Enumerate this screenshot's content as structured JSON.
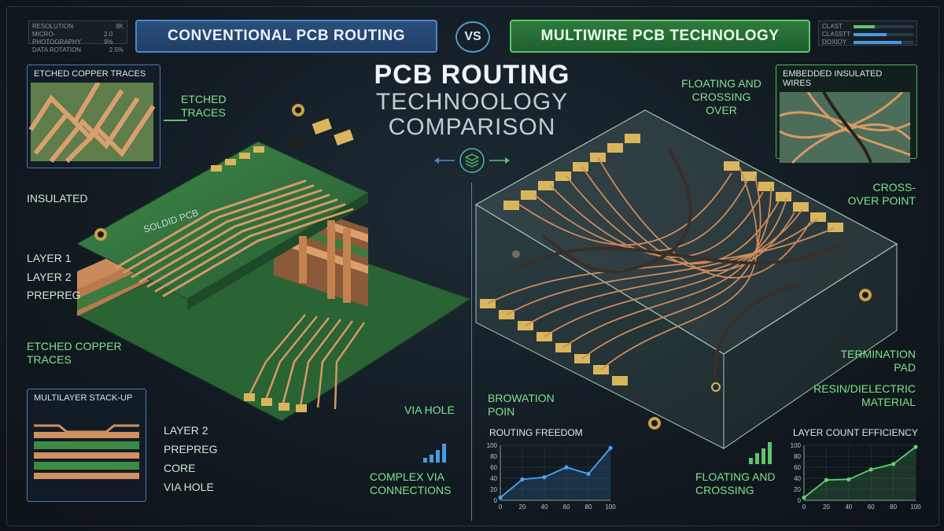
{
  "header": {
    "left_banner": "CONVENTIONAL PCB ROUTING",
    "vs": "VS",
    "right_banner": "MULTIWIRE PCB TECHNOLOGY",
    "title_line1": "PCB ROUTING",
    "title_line2": "TECHNOOLOGY",
    "title_line3": "COMPARISON"
  },
  "left_stats": [
    {
      "label": "RESOLUTION",
      "value": "8K"
    },
    {
      "label": "MICRO-PHOTOGRAPHY",
      "value": "2.0 9%"
    },
    {
      "label": "DATA ROTATION",
      "value": "2.5%"
    }
  ],
  "right_stats": [
    {
      "label": "CLAST",
      "level": 0.35
    },
    {
      "label": "CLASSTT",
      "level": 0.55
    },
    {
      "label": "DOXIOY",
      "level": 0.8
    }
  ],
  "left_panel": {
    "inset_title": "ETCHED COPPER TRACES",
    "board_text": "SOLDID PCB",
    "labels": {
      "etched_traces": "ETCHED TRACES",
      "insulated": "INSULATED",
      "layer1": "LAYER 1",
      "layer2": "LAYER 2",
      "prepreg": "PREPREG",
      "etched_copper_traces": "ETCHED COPPER TRACES",
      "via_hole": "VIA HOLE",
      "complex_via": "COMPLEX VIA CONNECTIONS"
    },
    "stackup": {
      "title": "MULTILAYER STACK-UP",
      "layers": [
        "LAYER 2",
        "PREPREG",
        "CORE",
        "VIA HOLE"
      ]
    }
  },
  "right_panel": {
    "inset_title": "EMBEDDED INSULATED WIRES",
    "labels": {
      "floating_crossing_over": "FLOATING AND CROSSING OVER",
      "crossover_point": "CROSS-OVER POINT",
      "termination_pad": "TERMINATION PAD",
      "resin": "RESIN/DIELECTRIC MATERIAL",
      "browation": "BROWATION POIN",
      "floating_crossing": "FLOATING AND CROSSING"
    }
  },
  "chart_data": [
    {
      "type": "line",
      "title": "ROUTING FREEDOM",
      "x": [
        0,
        20,
        40,
        60,
        80,
        100
      ],
      "y": [
        5,
        38,
        42,
        60,
        48,
        95
      ],
      "xticks": [
        "0",
        "20",
        "40",
        "60",
        "80",
        "100"
      ],
      "yticks": [
        "0",
        "20",
        "40",
        "60",
        "80",
        "100"
      ],
      "xlim": [
        0,
        100
      ],
      "ylim": [
        0,
        100
      ],
      "color": "#4aa3f0"
    },
    {
      "type": "line",
      "title": "LAYER COUNT EFFICIENCY",
      "x": [
        0,
        20,
        40,
        60,
        80,
        100
      ],
      "y": [
        5,
        37,
        38,
        56,
        66,
        97
      ],
      "xticks": [
        "0",
        "20",
        "40",
        "60",
        "80",
        "100"
      ],
      "yticks": [
        "0",
        "20",
        "40",
        "60",
        "80",
        "100"
      ],
      "xlim": [
        0,
        100
      ],
      "ylim": [
        0,
        100
      ],
      "color": "#5fd36b"
    }
  ],
  "colors": {
    "board_green": "#2e6b3a",
    "copper": "#c8875a",
    "gold_pad": "#d9b65e",
    "accent_blue": "#4e86c9",
    "accent_green": "#5fc46c"
  }
}
